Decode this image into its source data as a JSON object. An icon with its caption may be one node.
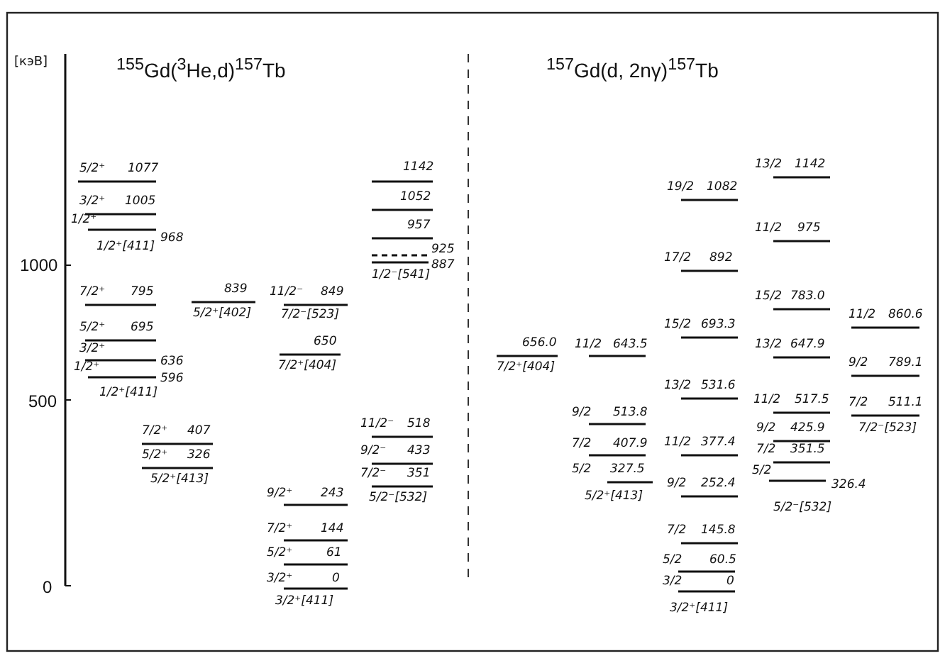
{
  "diagram": {
    "labels": [
      "[кэВ]",
      "$^{155}$Gd($^{3}$He,d)$^{157}$Tb",
      "$^{157}$Gd(d, 2nγ)$^{157}$Tb",
      "1000",
      "500",
      "0",
      "5/2⁺",
      "1077",
      "3/2⁺",
      "1005",
      "1/2⁺",
      "968",
      "1/2⁺[411]",
      "7/2⁺",
      "795",
      "5/2⁺",
      "695",
      "3/2⁺",
      "636",
      "1/2⁺",
      "596",
      "1/2⁺[411]",
      "839",
      "5/2⁺[402]",
      "7/2⁺",
      "407",
      "5/2⁺",
      "326",
      "5/2⁺[413]",
      "11/2⁻",
      "849",
      "7/2⁻[523]",
      "650",
      "7/2⁺[404]",
      "9/2⁺",
      "243",
      "7/2⁺",
      "144",
      "5/2⁺",
      "61",
      "3/2⁺",
      "0",
      "3/2⁺[411]",
      "1142",
      "1052",
      "957",
      "925",
      "887",
      "1/2⁻[541]",
      "11/2⁻",
      "518",
      "9/2⁻",
      "433",
      "7/2⁻",
      "351",
      "5/2⁻[532]",
      "656.0",
      "7/2⁺[404]",
      "11/2",
      "643.5",
      "9/2",
      "513.8",
      "7/2",
      "407.9",
      "5/2",
      "327.5",
      "5/2⁺[413]",
      "19/2",
      "1082",
      "17/2",
      "892",
      "15/2",
      "693.3",
      "13/2",
      "531.6",
      "11/2",
      "377.4",
      "9/2",
      "252.4",
      "7/2",
      "145.8",
      "5/2",
      "60.5",
      "3/2",
      "0",
      "3/2⁺[411]",
      "13/2",
      "1142",
      "11/2",
      "975",
      "15/2",
      "783.0",
      "13/2",
      "647.9",
      "11/2",
      "517.5",
      "9/2",
      "425.9",
      "7/2",
      "351.5",
      "5/2",
      "326.4",
      "5/2⁻[532]",
      "11/2",
      "860.6",
      "9/2",
      "789.1",
      "7/2",
      "511.1",
      "7/2⁻[523]"
    ]
  }
}
